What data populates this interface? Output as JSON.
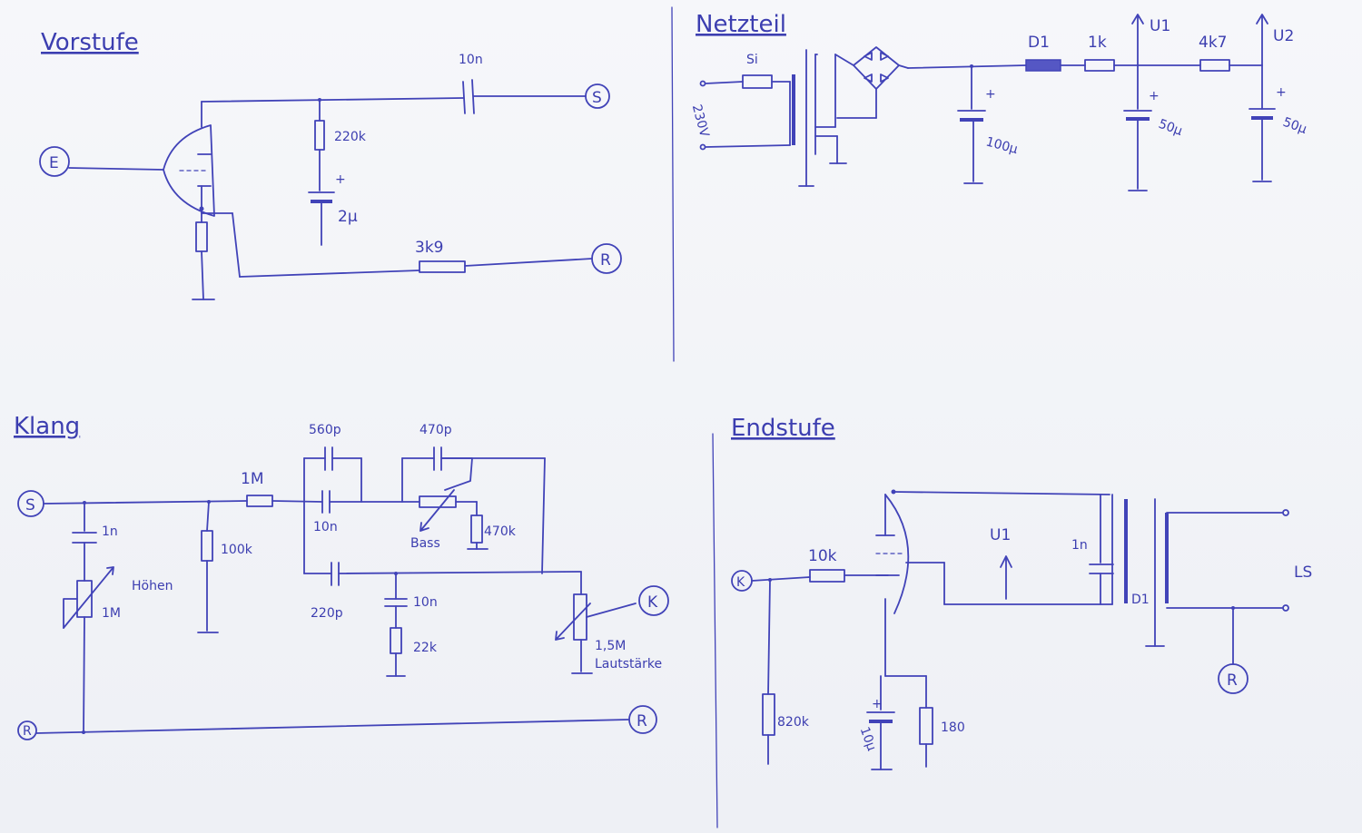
{
  "sections": {
    "vorstufe": "Vorstufe",
    "netzteil": "Netzteil",
    "klang": "Klang",
    "endstufe": "Endstufe"
  },
  "vorstufe": {
    "input": "E",
    "out_s": "S",
    "out_r": "R",
    "cap_10n": "10n",
    "res_220k": "220k",
    "cap_2u": "2µ",
    "res_3k9": "3k9"
  },
  "netzteil": {
    "fuse": "Si",
    "mains": "230V",
    "choke": "D1",
    "res_1k": "1k",
    "res_4k7": "4k7",
    "u1": "U1",
    "u2": "U2",
    "cap_100u": "100µ",
    "cap_50u_a": "50µ",
    "cap_50u_b": "50µ"
  },
  "klang": {
    "in_s": "S",
    "ground_r": "R",
    "out_r": "R",
    "out_k": "K",
    "cap_1n": "1n",
    "pot_1m": "1M",
    "hoehen": "Höhen",
    "res_100k": "100k",
    "res_1m": "1M",
    "cap_560p": "560p",
    "cap_470p": "470p",
    "cap_10n_a": "10n",
    "bass": "Bass",
    "res_470k": "470k",
    "cap_220p": "220p",
    "cap_10n_b": "10n",
    "res_22k": "22k",
    "pot_15m": "1,5M",
    "lautstaerke": "Lautstärke"
  },
  "endstufe": {
    "in_k": "K",
    "out_r": "R",
    "res_10k": "10k",
    "u1": "U1",
    "cap_1n": "1n",
    "d1": "D1",
    "ls": "LS",
    "res_820k": "820k",
    "cap_10u": "10µ",
    "res_180": "180"
  }
}
